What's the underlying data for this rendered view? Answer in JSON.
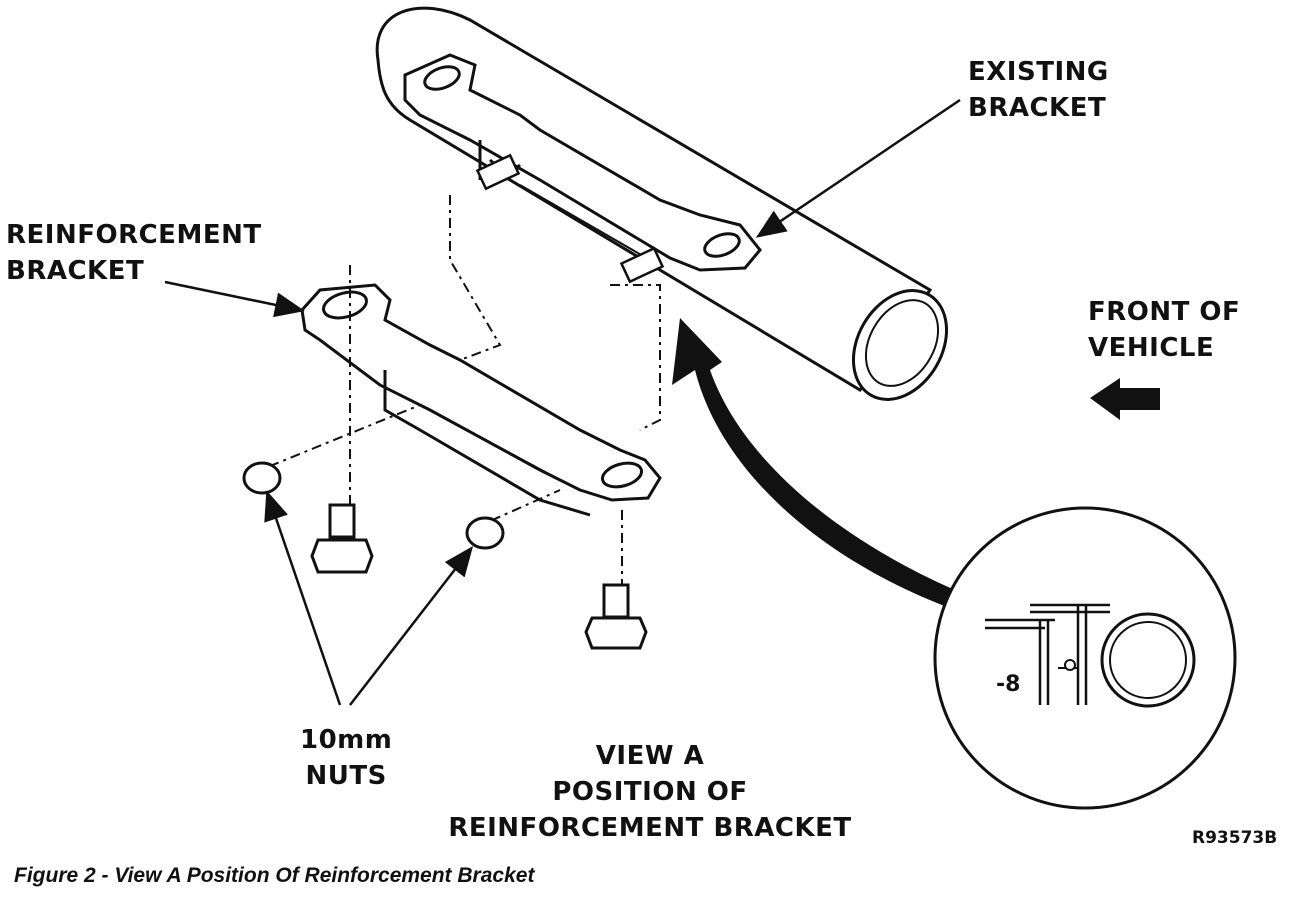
{
  "labels": {
    "existing_bracket": [
      "EXISTING",
      "BRACKET"
    ],
    "reinforcement_bracket": [
      "REINFORCEMENT",
      "BRACKET"
    ],
    "front_of_vehicle": [
      "FRONT OF",
      "VEHICLE"
    ],
    "nuts": [
      "10mm",
      "NUTS"
    ],
    "view": [
      "VIEW A",
      "POSITION OF",
      "REINFORCEMENT BRACKET"
    ],
    "detail_mark": "-8"
  },
  "figure_code": "R93573B",
  "caption": "Figure 2 - View A Position Of Reinforcement Bracket",
  "colors": {
    "ink": "#111111",
    "paper": "#ffffff"
  }
}
